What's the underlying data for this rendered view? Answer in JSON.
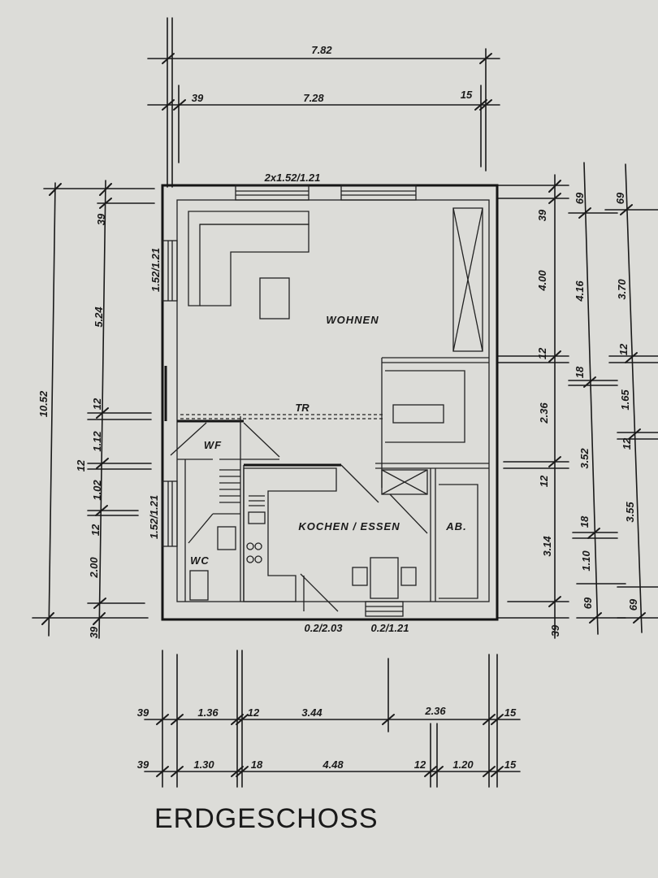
{
  "title": "ERDGESCHOSS",
  "rooms": {
    "wohnen": "WOHNEN",
    "kochen": "KOCHEN / ESSEN",
    "ab": "AB.",
    "wf": "WF",
    "wc": "WC"
  },
  "openings": {
    "top_windows": "2x1.52/1.21",
    "left_window": "1.52/1.21",
    "wc_window": "1.52/1.21",
    "door_a": "0.2/2.03",
    "door_b": "0.2/1.21",
    "tr": "TR"
  },
  "dims": {
    "top_outer": "7.82",
    "top_inner_left": "39",
    "top_inner_mid": "7.28",
    "top_inner_right": "15",
    "left_total": "10.52",
    "left_39a": "39",
    "left_524": "5.24",
    "left_12a": "12",
    "left_112": "1.12",
    "left_12b": "12",
    "left_102": "1.02",
    "left_12c": "12",
    "left_200": "2.00",
    "left_39b": "39",
    "r1_39": "39",
    "r1_400": "4.00",
    "r1_12": "12",
    "r1_236": "2.36",
    "r1_12b": "12",
    "r1_314": "3.14",
    "r1_39b": "39",
    "r2_69": "69",
    "r2_416": "4.16",
    "r2_18": "18",
    "r2_352": "3.52",
    "r2_18b": "18",
    "r2_110": "1.10",
    "r2_69b": "69",
    "r3_69": "69",
    "r3_370": "3.70",
    "r3_12": "12",
    "r3_165": "1.65",
    "r3_12b": "12",
    "r3_355": "3.55",
    "r3_69b": "69",
    "b1_39": "39",
    "b1_136": "1.36",
    "b1_12": "12",
    "b1_344": "3.44",
    "b1_236": "2.36",
    "b1_15": "15",
    "b2_39": "39",
    "b2_130": "1.30",
    "b2_18": "18",
    "b2_448": "4.48",
    "b2_12": "12",
    "b2_120": "1.20",
    "b2_15": "15"
  }
}
